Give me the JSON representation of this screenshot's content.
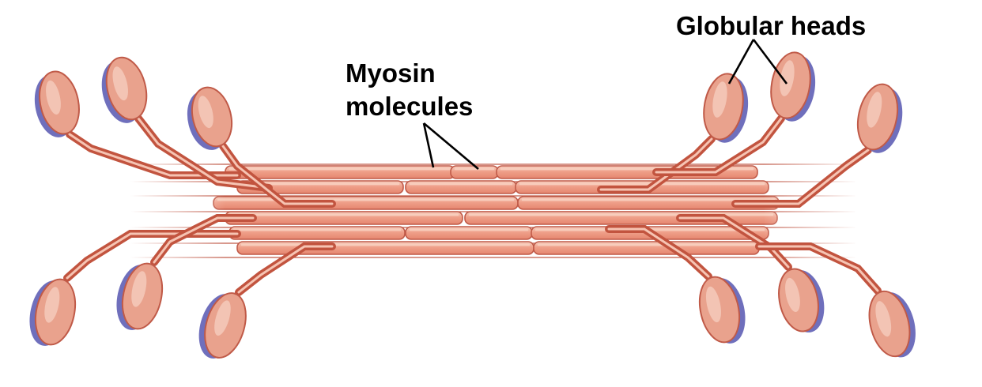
{
  "labels": {
    "globular_heads": "Globular heads",
    "myosin_line1": "Myosin",
    "myosin_line2": "molecules"
  },
  "icons": {
    "myosin_head": "myosin-head-icon"
  },
  "colors": {
    "filament_fill": "#ee9f89",
    "filament_outline": "#c05a48",
    "filament_highlight": "#f8cdbc",
    "head_fill": "#e9a28d",
    "head_shadow": "#6f6fbc",
    "background": "#ffffff",
    "text": "#000000"
  }
}
